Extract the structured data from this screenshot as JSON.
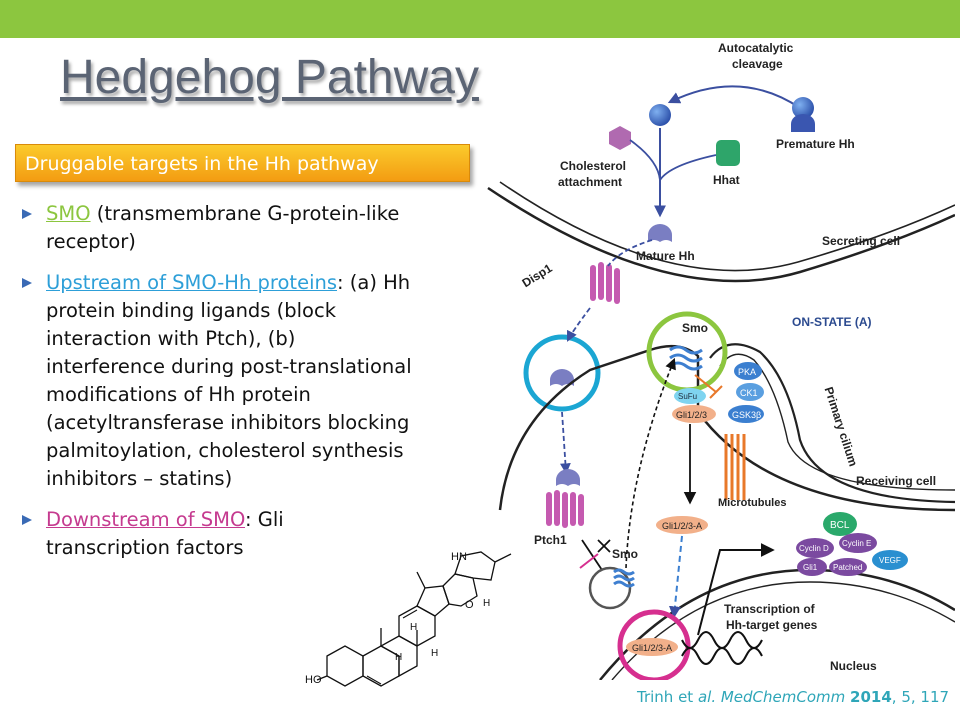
{
  "slide": {
    "title": "Hedgehog Pathway",
    "banner": "Druggable targets in the Hh pathway",
    "bullets": [
      {
        "link": "SMO",
        "text": " (transmembrane G-protein-like receptor)"
      },
      {
        "link": "Upstream of SMO-Hh proteins",
        "text": ": (a) Hh protein binding ligands (block interaction with Ptch), (b) interference during post-translational modifications of Hh protein (acetyltransferase inhibitors blocking palmitoylation, cholesterol synthesis inhibitors – statins)"
      },
      {
        "link": "Downstream of SMO",
        "text": ": Gli transcription factors"
      }
    ],
    "citation": {
      "authors": "Trinh et ",
      "etal": "al.",
      "journal": " MedChemComm ",
      "year": "2014",
      "rest": ", 5, 117"
    }
  },
  "diagram": {
    "labels": {
      "autocatalytic": "Autocatalytic",
      "cleavage": "cleavage",
      "premature": "Premature Hh",
      "cholesterol": "Cholesterol",
      "attachment": "attachment",
      "hhat": "Hhat",
      "mature": "Mature Hh",
      "secreting": "Secreting cell",
      "disp1": "Disp1",
      "smo_top": "Smo",
      "onstate": "ON-STATE (A)",
      "pka": "PKA",
      "ck1": "CK1",
      "sufu": "SuFu",
      "gli123": "Gli1/2/3",
      "gsk3b": "GSK3β",
      "primary_cilium": "Primary cilium",
      "microtubules": "Microtubules",
      "receiving": "Receiving cell",
      "ptch1": "Ptch1",
      "smo_bottom": "Smo",
      "gli123a": "Gli1/2/3-A",
      "gli123a_nuc": "Gli1/2/3-A",
      "bcl": "BCL",
      "cyclin_d": "Cyclin D",
      "cyclin_e": "Cyclin E",
      "gli1": "Gli1",
      "patched": "Patched",
      "vegf": "VEGF",
      "transcription1": "Transcription of",
      "transcription2": "Hh-target genes",
      "nucleus": "Nucleus"
    },
    "colors": {
      "circle_blue": "#1ba6d3",
      "circle_green": "#8cc63f",
      "circle_pink": "#d62f8f",
      "hh_ligand": "#7a7ec2",
      "target_green": "#2aa96b",
      "target_purple": "#7b4aa0",
      "microtubule_orange": "#e8782a"
    }
  },
  "molecule": {
    "atoms": {
      "nh": "HN",
      "o": "O",
      "ho": "HO",
      "h1": "H",
      "h2": "H",
      "h3": "H",
      "h4": "H"
    }
  }
}
